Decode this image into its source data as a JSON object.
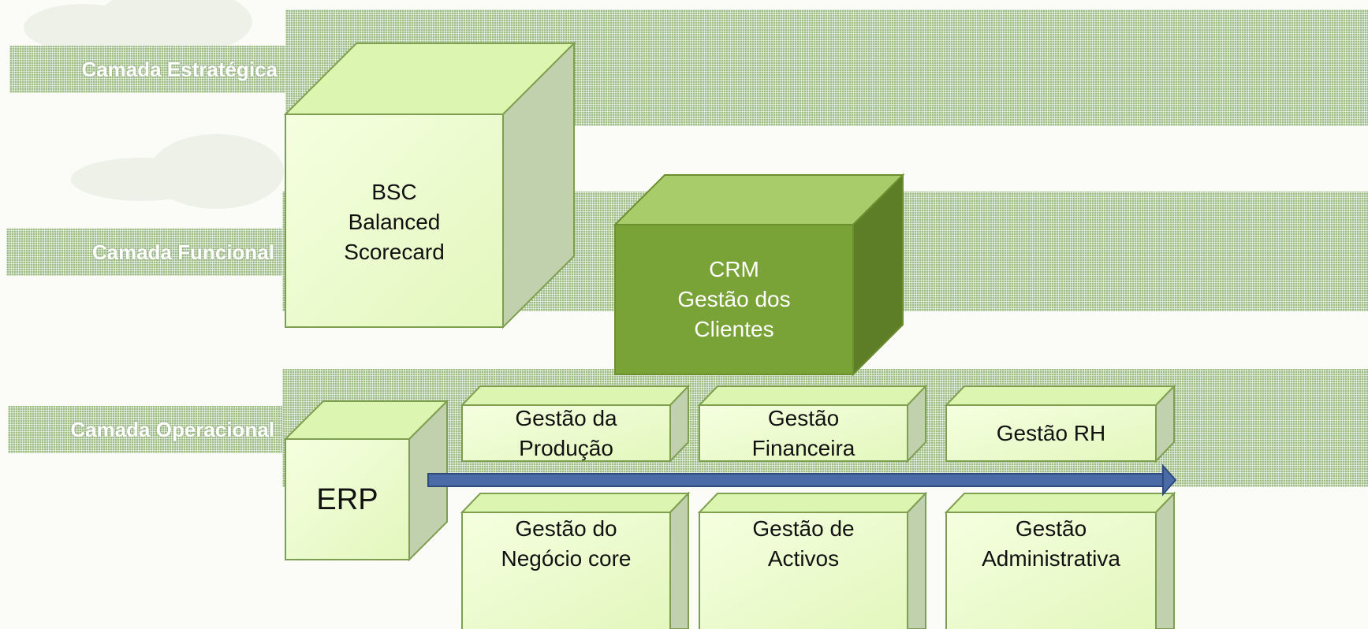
{
  "layers": {
    "strategic": "Camada Estratégica",
    "functional": "Camada Funcional",
    "operational": "Camada Operacional"
  },
  "boxes": {
    "bsc": [
      "BSC",
      "Balanced",
      "Scorecard"
    ],
    "crm": [
      "CRM",
      "Gestão dos",
      "Clientes"
    ],
    "erp": [
      "ERP"
    ],
    "producao": [
      "Gestão da",
      "Produção"
    ],
    "financeira": [
      "Gestão",
      "Financeira"
    ],
    "rh": [
      "Gestão RH"
    ],
    "negocio": [
      "Gestão do",
      "Negócio core"
    ],
    "activos": [
      "Gestão de",
      "Activos"
    ],
    "administrativa": [
      "Gestão",
      "Administrativa"
    ]
  },
  "colors": {
    "band": "#9dbc86",
    "light_front": "#eefccf",
    "light_top": "#dcf5b0",
    "light_side": "#c2d1ad",
    "crm_front": "#7aa337",
    "crm_top": "#a9cc6b",
    "crm_side": "#5d7d27",
    "arrow": "#3f5f9a"
  }
}
